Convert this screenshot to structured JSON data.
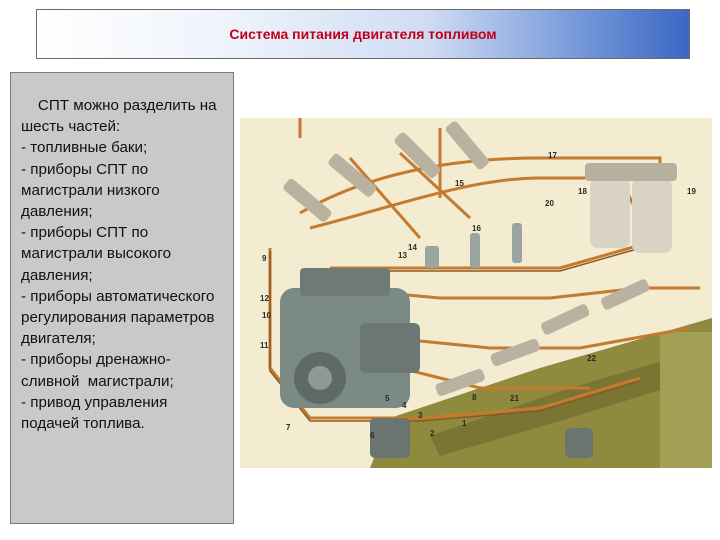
{
  "title": "Система питания двигателя топливом",
  "panel": {
    "text": "    СПТ можно разделить на шесть частей:\n- топливные баки;\n- приборы СПТ по магистрали низкого давления;\n- приборы СПТ по магистрали высокого давления;\n- приборы автоматического регулирования параметров двигателя;\n- приборы дренажно-сливной  магистрали;\n- привод управления подачей топлива."
  },
  "figure": {
    "callouts": [
      "1",
      "2",
      "3",
      "4",
      "5",
      "6",
      "7",
      "8",
      "9",
      "10",
      "11",
      "12",
      "13",
      "14",
      "15",
      "16",
      "17",
      "18",
      "19",
      "20",
      "21",
      "22"
    ],
    "colors": {
      "background": "#f3ecd0",
      "engine_block": "#8f8a3e",
      "fuel_lines": "#c47a2f",
      "pump_body": "#7c8a86",
      "injector": "#b9b2a0",
      "filter": "#d8d3c4"
    }
  }
}
